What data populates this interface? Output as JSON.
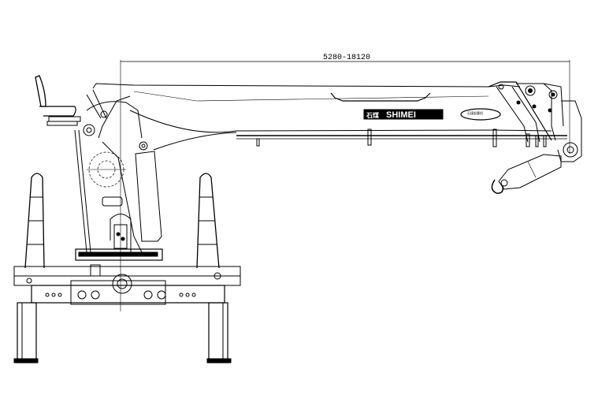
{
  "drawing": {
    "dimension_label": "5280-18120",
    "logo_text": "SHIMEI",
    "logo_prefix": "石煤",
    "badge_text": "石煤起重机"
  },
  "colors": {
    "line": "#000000",
    "background": "#ffffff"
  }
}
